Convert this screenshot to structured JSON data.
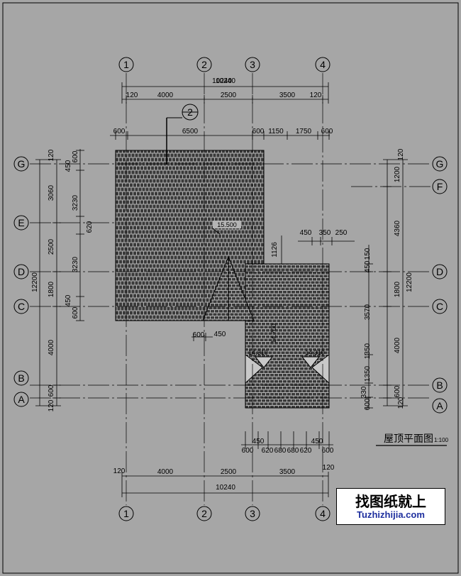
{
  "drawing": {
    "title": "屋顶平面图",
    "scale": "1:100",
    "vertical_axes": [
      "1",
      "2",
      "3",
      "4"
    ],
    "horizontal_axes": [
      "G",
      "F",
      "E",
      "D",
      "C",
      "B",
      "A"
    ],
    "overall_width": "10240",
    "overall_width_top_overlap": "10240",
    "top_spans": {
      "left_edge": "120",
      "s12": "4000",
      "s23": "2500",
      "s34": "3500",
      "right_edge": "120"
    },
    "second_row": {
      "a": "600",
      "b": "6500",
      "c": "600",
      "d": "1150",
      "e": "1750",
      "f": "600"
    },
    "bottom_spans": {
      "left_edge": "120",
      "s12": "4000",
      "s23": "2500",
      "s34": "3500",
      "right_edge": "120"
    },
    "bottom_small": [
      "600",
      "450",
      "620",
      "680",
      "680",
      "620",
      "450",
      "600"
    ],
    "left_outer": [
      "120",
      "3060",
      "2500",
      "1800",
      "4000",
      "120"
    ],
    "left_total": "12200",
    "left_inner": [
      "450",
      "600",
      "3230",
      "620",
      "3230",
      "450",
      "600",
      "600"
    ],
    "right_outer": [
      "120",
      "1200",
      "4360",
      "1800",
      "4000",
      "600",
      "120"
    ],
    "right_total": "12200",
    "right_inner": [
      "150",
      "450",
      "3570",
      "1350",
      "1350",
      "330",
      "600"
    ],
    "misc_dims": {
      "d450": "450",
      "d350": "350",
      "d250": "250",
      "d1126": "1126",
      "d600": "600",
      "d450b": "450"
    },
    "elevations": {
      "main": "15.500",
      "wing": "14.700",
      "left_dormer": "14.310",
      "right_dormer": "14.310"
    },
    "section_mark": "2"
  },
  "watermark": {
    "chinese": "找图纸就上",
    "url": "Tuzhizhijia.com"
  },
  "colors": {
    "background": "#a6a6a6",
    "ink": "#000000",
    "brand_url": "#1e2f9e"
  }
}
